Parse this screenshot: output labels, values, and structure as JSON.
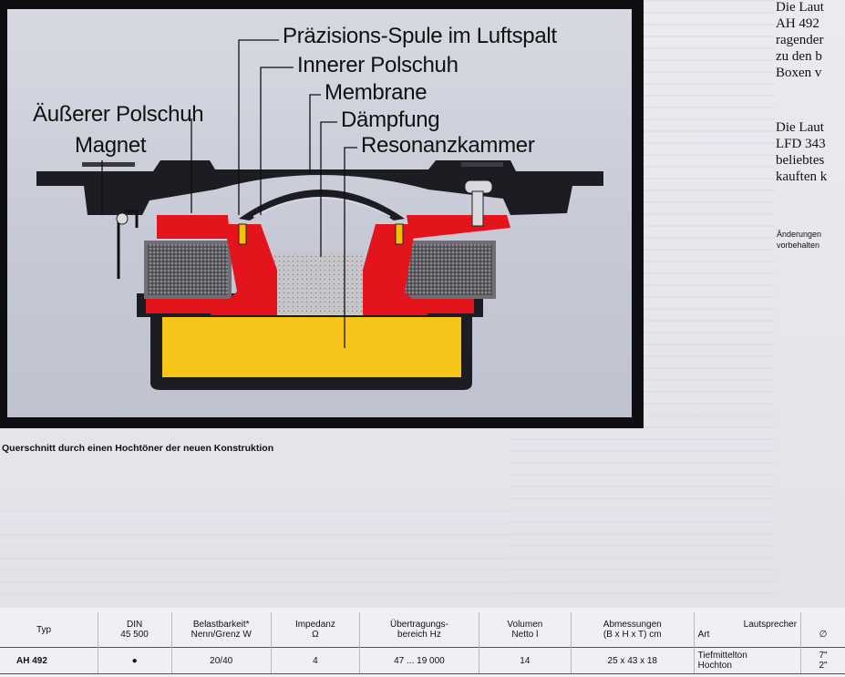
{
  "figure": {
    "labels": {
      "spule": "Präzisions-Spule im Luftspalt",
      "innerer_polschuh": "Innerer Polschuh",
      "membrane": "Membrane",
      "aeusserer_polschuh": "Äußerer Polschuh",
      "daempfung": "Dämpfung",
      "magnet": "Magnet",
      "resonanzkammer": "Resonanzkammer"
    },
    "caption": "Querschnitt durch einen Hochtöner der neuen Konstruktion"
  },
  "right_text": {
    "lines": [
      "Die Laut",
      "AH 492",
      "ragender",
      "zu den b",
      "Boxen v",
      "Die Laut",
      "LFD 343",
      "beliebtes",
      "kauften k"
    ],
    "note_lines": [
      "Änderungen",
      "vorbehalten"
    ]
  },
  "spec_table": {
    "headers": {
      "typ": "Typ",
      "din": [
        "DIN",
        "45 500"
      ],
      "belastbarkeit": [
        "Belastbarkeit*",
        "Nenn/Grenz W"
      ],
      "impedanz": [
        "Impedanz",
        "Ω"
      ],
      "uebertragung": [
        "Übertragungs-",
        "bereich Hz"
      ],
      "volumen": [
        "Volumen",
        "Netto l"
      ],
      "abmessungen": [
        "Abmessungen",
        "(B x H x T) cm"
      ],
      "lautsprecher": "Lautsprecher",
      "art": "Art",
      "durchmesser": "∅"
    },
    "rows": [
      {
        "typ": "AH 492",
        "din": "●",
        "belastbarkeit": "20/40",
        "impedanz": "4",
        "uebertragung": "47 ... 19 000",
        "volumen": "14",
        "abmessungen": "25 x 43 x 18",
        "art": [
          "Tiefmittelton",
          "Hochton"
        ],
        "durchmesser": [
          "7\"",
          "2\""
        ]
      }
    ]
  },
  "colors": {
    "frame": "#0f0f13",
    "housing": "#1c1c22",
    "red_parts": "#e4141c",
    "yellow_chamber": "#f7c41a",
    "magnet_grey": "#6e6e74",
    "foam": "#c9c9cc"
  }
}
